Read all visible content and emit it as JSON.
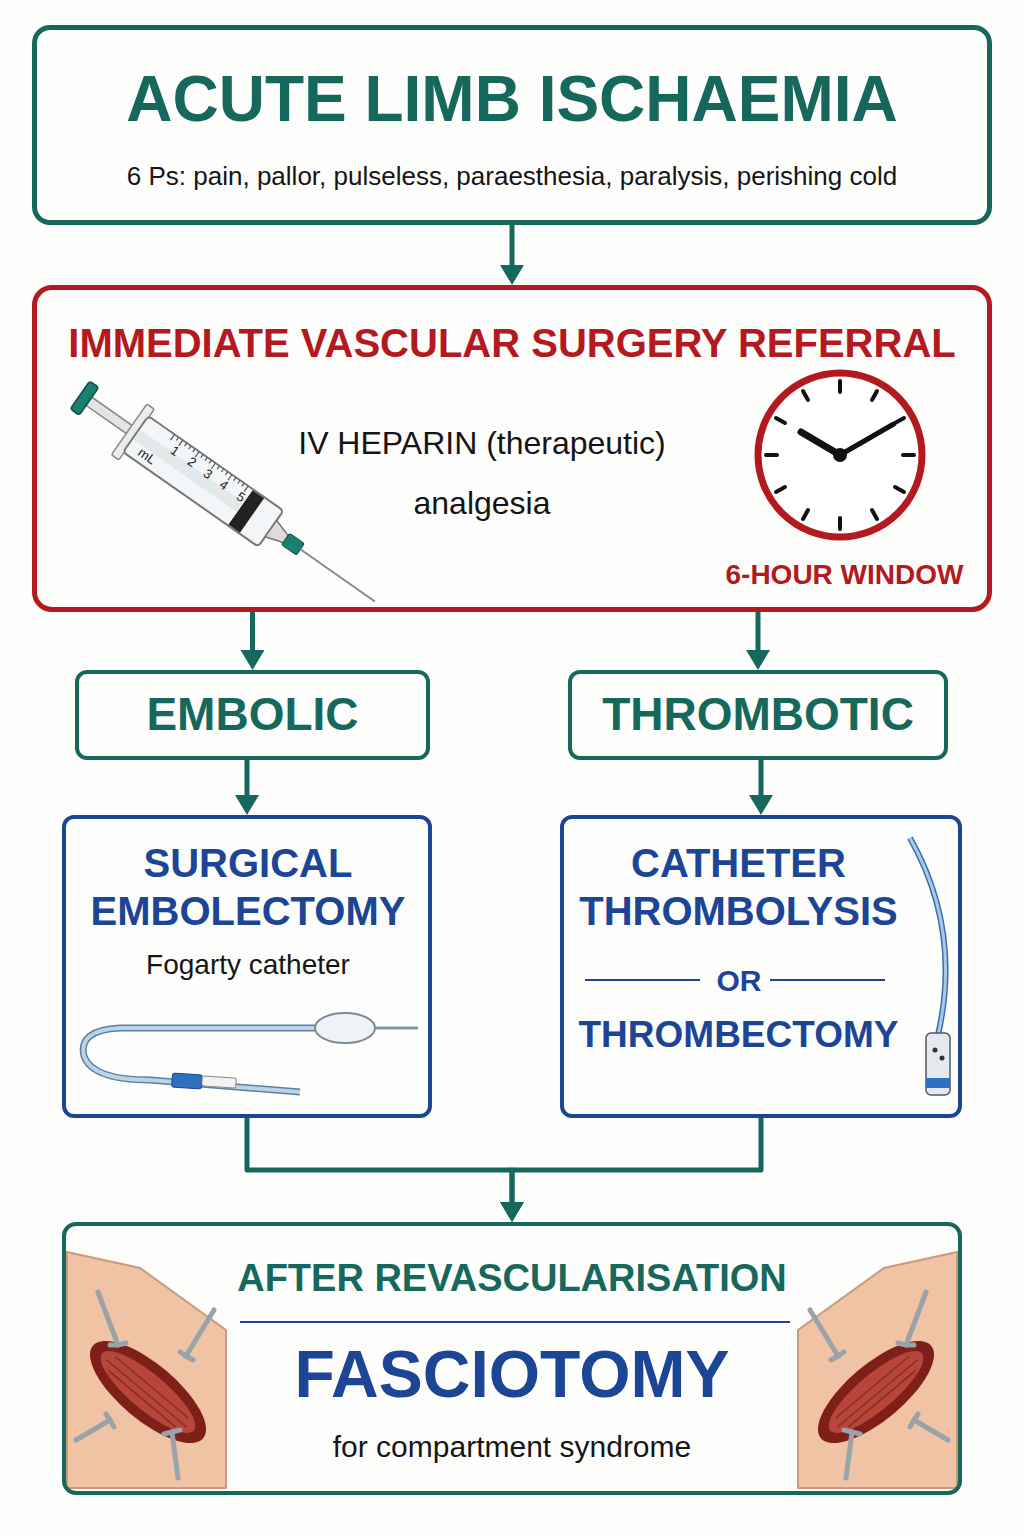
{
  "diagram": {
    "nodes": [
      {
        "text": [
          "ACUTE LIMB ISCHAEMIA",
          "6 Ps: pain, pallor, pulseless, paraesthesia, paralysis, perishing cold"
        ]
      },
      {
        "text": [
          "IMMEDIATE VASCULAR SURGERY REFERRAL",
          "IV HEPARIN (therapeutic)",
          "analgesia",
          "6-HOUR WINDOW"
        ]
      },
      {
        "text": [
          "EMBOLIC"
        ]
      },
      {
        "text": [
          "THROMBOTIC"
        ]
      },
      {
        "text": [
          "SURGICAL EMBOLECTOMY",
          "Fogarty catheter"
        ]
      },
      {
        "text": [
          "CATHETER THROMBOLYSIS",
          "OR",
          "THROMBECTOMY"
        ]
      },
      {
        "text": [
          "AFTER REVASCULARISATION",
          "FASCIOTOMY",
          "for compartment syndrome"
        ]
      }
    ],
    "edges": [
      {
        "from": 0,
        "to": 1,
        "arrow": "to"
      },
      {
        "from": 1,
        "to": 2,
        "arrow": "to"
      },
      {
        "from": 1,
        "to": 3,
        "arrow": "to"
      },
      {
        "from": 2,
        "to": 4,
        "arrow": "to"
      },
      {
        "from": 3,
        "to": 5,
        "arrow": "to"
      },
      {
        "from": 4,
        "to": 6,
        "arrow": "to"
      },
      {
        "from": 5,
        "to": 6,
        "arrow": "to"
      }
    ],
    "labels": [
      "mL",
      "1",
      "2",
      "3",
      "4",
      "5"
    ]
  }
}
